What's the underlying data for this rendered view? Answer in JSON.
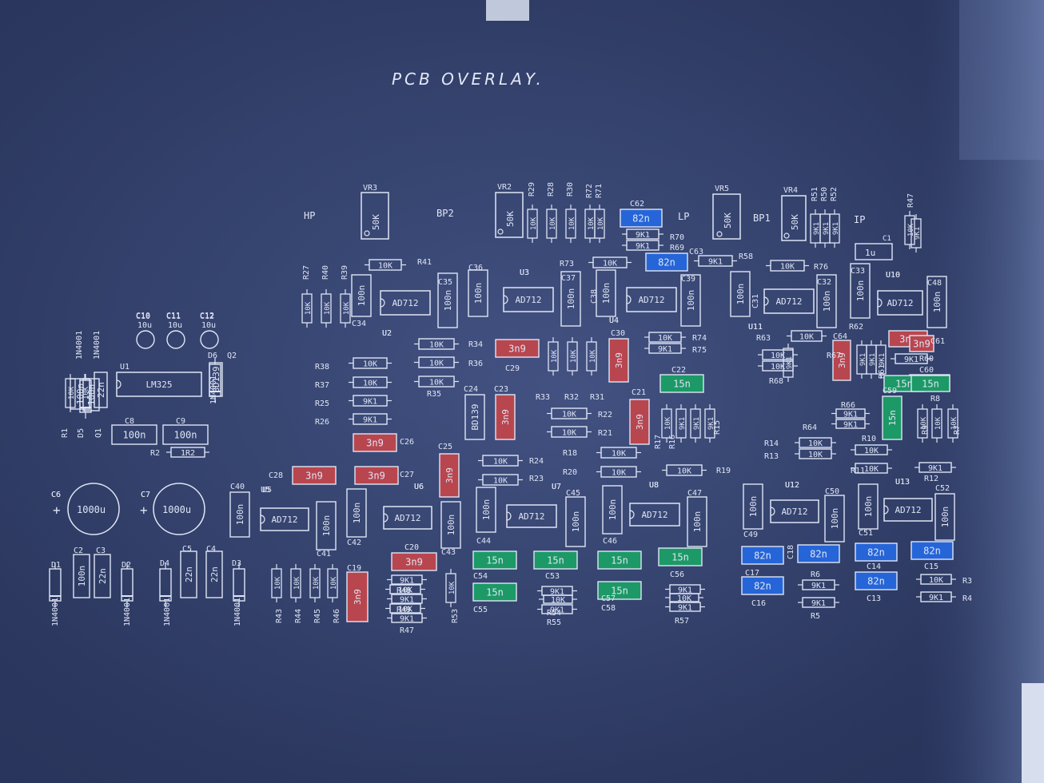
{
  "title": "PCB OVERLAY.",
  "section_labels": [
    "HP",
    "BP2",
    "LP",
    "BP1",
    "IP"
  ],
  "colors": {
    "red": "#b8464f",
    "green": "#1c9966",
    "blue": "#2565d8",
    "ink": "#dfe5f5"
  },
  "trimmers": [
    {
      "ref": "VR3",
      "value": "50K"
    },
    {
      "ref": "VR2",
      "value": "50K"
    },
    {
      "ref": "VR5",
      "value": "50K"
    },
    {
      "ref": "VR4",
      "value": "50K"
    }
  ],
  "chips": [
    {
      "ref": "U1",
      "value": "LM325"
    },
    {
      "ref": "U2",
      "value": "AD712"
    },
    {
      "ref": "U3",
      "value": "AD712"
    },
    {
      "ref": "U4",
      "value": "AD712"
    },
    {
      "ref": "U11",
      "value": "AD712"
    },
    {
      "ref": "U10",
      "value": "AD712"
    },
    {
      "ref": "U5",
      "value": "AD712"
    },
    {
      "ref": "U6",
      "value": "AD712"
    },
    {
      "ref": "U7",
      "value": "AD712"
    },
    {
      "ref": "U8",
      "value": "AD712"
    },
    {
      "ref": "U12",
      "value": "AD712"
    },
    {
      "ref": "U13",
      "value": "AD712"
    }
  ],
  "big_caps": [
    {
      "ref": "C6",
      "value": "1000u"
    },
    {
      "ref": "C7",
      "value": "1000u"
    }
  ],
  "small_caps": [
    {
      "ref": "C10",
      "value": "10u"
    },
    {
      "ref": "C11",
      "value": "10u"
    },
    {
      "ref": "C12",
      "value": "10u"
    }
  ],
  "box_c1": {
    "ref": "C1",
    "value": "1u"
  },
  "horizontal_boxes": [
    {
      "label": "10K",
      "color": "none"
    },
    {
      "label": "10K",
      "color": "none"
    },
    {
      "label": "10K",
      "color": "none"
    },
    {
      "label": "10K",
      "color": "none"
    },
    {
      "label": "10K",
      "color": "none"
    },
    {
      "label": "10K",
      "color": "none"
    },
    {
      "label": "10K",
      "color": "none"
    },
    {
      "label": "10K",
      "color": "none"
    },
    {
      "label": "10K",
      "color": "none"
    },
    {
      "label": "9K1",
      "color": "none"
    },
    {
      "label": "9K1",
      "color": "none"
    },
    {
      "label": "9K1",
      "color": "none"
    },
    {
      "label": "9K1",
      "color": "none"
    },
    {
      "label": "9K1",
      "color": "none"
    },
    {
      "label": "9K1",
      "color": "none"
    },
    {
      "label": "10K",
      "color": "none"
    },
    {
      "label": "10K",
      "color": "none"
    },
    {
      "label": "10K",
      "color": "none"
    },
    {
      "label": "10K",
      "color": "none"
    },
    {
      "label": "10K",
      "color": "none"
    },
    {
      "label": "10K",
      "color": "none"
    },
    {
      "label": "10K",
      "color": "none"
    },
    {
      "label": "10K",
      "color": "none"
    },
    {
      "label": "10K",
      "color": "none"
    },
    {
      "label": "10K",
      "color": "none"
    },
    {
      "label": "10K",
      "color": "none"
    },
    {
      "label": "10K",
      "color": "none"
    },
    {
      "label": "10K",
      "color": "none"
    },
    {
      "label": "9K1",
      "color": "none"
    },
    {
      "label": "10K",
      "color": "none"
    },
    {
      "label": "9K1",
      "color": "none"
    },
    {
      "label": "9K1",
      "color": "none"
    },
    {
      "label": "9K1",
      "color": "none"
    },
    {
      "label": "10K",
      "color": "none"
    },
    {
      "label": "9K1",
      "color": "none"
    },
    {
      "label": "9K1",
      "color": "none"
    },
    {
      "label": "9K1",
      "color": "none"
    },
    {
      "label": "9K1",
      "color": "none"
    },
    {
      "label": "9K1",
      "color": "none"
    },
    {
      "label": "9K1",
      "color": "none"
    },
    {
      "label": "9K1",
      "color": "none"
    },
    {
      "label": "9K1",
      "color": "none"
    },
    {
      "label": "9K1",
      "color": "none"
    },
    {
      "label": "9K1",
      "color": "none"
    },
    {
      "label": "10K",
      "color": "none"
    },
    {
      "label": "10K",
      "color": "none"
    },
    {
      "label": "10K",
      "color": "none"
    },
    {
      "label": "10K",
      "color": "none"
    },
    {
      "label": "100n",
      "color": "none"
    },
    {
      "label": "100n",
      "color": "none"
    },
    {
      "label": "1R2",
      "color": "none"
    },
    {
      "label": "82n",
      "color": "blue"
    },
    {
      "label": "82n",
      "color": "blue"
    },
    {
      "label": "3n9",
      "color": "red"
    },
    {
      "label": "3n9",
      "color": "red"
    },
    {
      "label": "3n9",
      "color": "red"
    },
    {
      "label": "3n9",
      "color": "red"
    },
    {
      "label": "3n9",
      "color": "red"
    },
    {
      "label": "3n9",
      "color": "red"
    },
    {
      "label": "3n9",
      "color": "red"
    },
    {
      "label": "15n",
      "color": "green"
    },
    {
      "label": "15n",
      "color": "green"
    },
    {
      "label": "15n",
      "color": "green"
    },
    {
      "label": "15n",
      "color": "green"
    },
    {
      "label": "15n",
      "color": "green"
    },
    {
      "label": "15n",
      "color": "green"
    },
    {
      "label": "15n",
      "color": "green"
    },
    {
      "label": "15n",
      "color": "green"
    },
    {
      "label": "15n",
      "color": "green"
    },
    {
      "label": "15n",
      "color": "green"
    },
    {
      "label": "82n",
      "color": "blue"
    },
    {
      "label": "82n",
      "color": "blue"
    },
    {
      "label": "82n",
      "color": "blue"
    },
    {
      "label": "82n",
      "color": "blue"
    },
    {
      "label": "82n",
      "color": "blue"
    },
    {
      "label": "82n",
      "color": "blue"
    }
  ],
  "vertical_boxes": [
    {
      "label": "100n",
      "color": "none"
    },
    {
      "label": "100n",
      "color": "none"
    },
    {
      "label": "100n",
      "color": "none"
    },
    {
      "label": "100n",
      "color": "none"
    },
    {
      "label": "100n",
      "color": "none"
    },
    {
      "label": "100n",
      "color": "none"
    },
    {
      "label": "100n",
      "color": "none"
    },
    {
      "label": "100n",
      "color": "none"
    },
    {
      "label": "100n",
      "color": "none"
    },
    {
      "label": "100n",
      "color": "none"
    },
    {
      "label": "100n",
      "color": "none"
    },
    {
      "label": "100n",
      "color": "none"
    },
    {
      "label": "100n",
      "color": "none"
    },
    {
      "label": "100n",
      "color": "none"
    },
    {
      "label": "100n",
      "color": "none"
    },
    {
      "label": "100n",
      "color": "none"
    },
    {
      "label": "100n",
      "color": "none"
    },
    {
      "label": "100n",
      "color": "none"
    },
    {
      "label": "100n",
      "color": "none"
    },
    {
      "label": "100n",
      "color": "none"
    },
    {
      "label": "100n",
      "color": "none"
    },
    {
      "label": "100n",
      "color": "none"
    },
    {
      "label": "100n",
      "color": "none"
    },
    {
      "label": "100n",
      "color": "none"
    },
    {
      "label": "100n",
      "color": "none"
    },
    {
      "label": "22n",
      "color": "none"
    },
    {
      "label": "22n",
      "color": "none"
    },
    {
      "label": "22n",
      "color": "none"
    },
    {
      "label": "22n",
      "color": "none"
    },
    {
      "label": "BD139",
      "color": "none"
    },
    {
      "label": "BD139",
      "color": "none"
    },
    {
      "label": "3n9",
      "color": "red"
    },
    {
      "label": "3n9",
      "color": "red"
    },
    {
      "label": "3n9",
      "color": "red"
    },
    {
      "label": "3n9",
      "color": "red"
    },
    {
      "label": "3n9",
      "color": "red"
    },
    {
      "label": "3n9",
      "color": "red"
    },
    {
      "label": "15n",
      "color": "green"
    },
    {
      "label": "15n",
      "color": "green"
    }
  ],
  "vertical_resistors": [
    "10K",
    "10K",
    "10K",
    "10K",
    "10K",
    "10K",
    "10K",
    "10K",
    "9K1",
    "9K1",
    "9K1",
    "10K",
    "10K",
    "10K",
    "10K",
    "10K",
    "9K1",
    "9K1",
    "9K1",
    "10K",
    "10K",
    "10K",
    "10K",
    "10K",
    "10K",
    "10K",
    "10K",
    "9K1",
    "9K1",
    "9K1",
    "9K1",
    "9K1",
    "10K",
    "10K",
    "10K",
    "10K",
    "10K",
    "10K",
    "10K",
    "10K",
    "10K",
    "10K",
    "10K"
  ],
  "diodes": [
    "",
    "",
    "",
    "",
    "",
    ""
  ],
  "ref_labels": [
    "R27",
    "R40",
    "R39",
    "R41",
    "R29",
    "R28",
    "R30",
    "R72",
    "R71",
    "R51",
    "R50",
    "R52",
    "R47",
    "C62",
    "R70",
    "R69",
    "C63",
    "R58",
    "R76",
    "R73",
    "C36",
    "C35",
    "C34",
    "C37",
    "C38",
    "C39",
    "C31",
    "C32",
    "C33",
    "C48",
    "U2",
    "U3",
    "U4",
    "U11",
    "U10",
    "R62",
    "C64",
    "R61",
    "C61",
    "R60",
    "R34",
    "C29",
    "R36",
    "R35",
    "R38",
    "R37",
    "R25",
    "R26",
    "R74",
    "R75",
    "C30",
    "C22",
    "R63",
    "R67",
    "R68",
    "C60",
    "R8",
    "C59",
    "C21",
    "R17",
    "R16",
    "R15",
    "R33",
    "R32",
    "R31",
    "R22",
    "R21",
    "C24",
    "C23",
    "C26",
    "C25",
    "C27",
    "C28",
    "R24",
    "R23",
    "R18",
    "R20",
    "R19",
    "R66",
    "R64",
    "R14",
    "R13",
    "R10",
    "R11",
    "R12",
    "R9",
    "R7",
    "U5",
    "U6",
    "U7",
    "U8",
    "U12",
    "U13",
    "C40",
    "C41",
    "C42",
    "C43",
    "C44",
    "C45",
    "C46",
    "C47",
    "C49",
    "C50",
    "C51",
    "C52",
    "C20",
    "C19",
    "C54",
    "C55",
    "C53",
    "C57",
    "C58",
    "C56",
    "C17",
    "C16",
    "C18",
    "C14",
    "C13",
    "C15",
    "R6",
    "R5",
    "R3",
    "R4",
    "R43",
    "R44",
    "R45",
    "R46",
    "R48",
    "R49",
    "R47",
    "R53",
    "R54",
    "R55",
    "R57",
    "C10",
    "C11",
    "C12",
    "D6",
    "Q2",
    "Q1",
    "D5",
    "R1",
    "C8",
    "C9",
    "R2",
    "C6",
    "C7",
    "D1",
    "C2",
    "C3",
    "D2",
    "D4",
    "C5",
    "C4",
    "D3",
    "1N4001",
    "1N4001",
    "1N4001",
    "1N4001",
    "1N4001",
    "1N4001",
    "1N4001"
  ]
}
